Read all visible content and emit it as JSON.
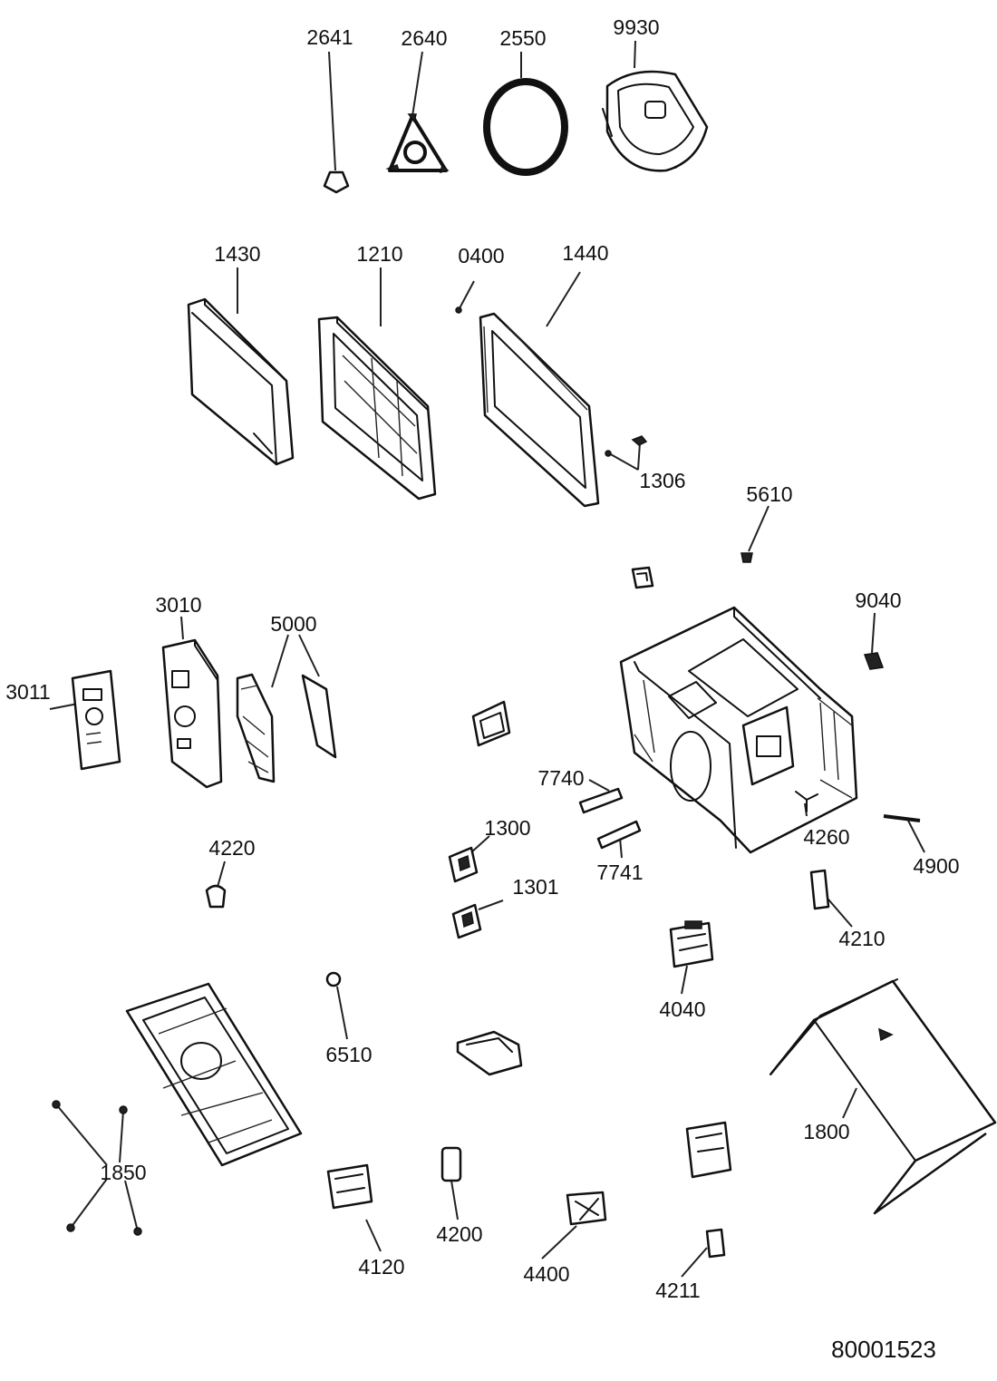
{
  "diagram": {
    "document_number": "80001523",
    "part_labels": {
      "p2641": "2641",
      "p2640": "2640",
      "p2550": "2550",
      "p9930": "9930",
      "p1430": "1430",
      "p1210": "1210",
      "p0400": "0400",
      "p1440": "1440",
      "p1306": "1306",
      "p5610": "5610",
      "p3010": "3010",
      "p5000": "5000",
      "p9040": "9040",
      "p3011": "3011",
      "p7740": "7740",
      "p1300": "1300",
      "p4260": "4260",
      "p4900": "4900",
      "p7741": "7741",
      "p4220": "4220",
      "p1301": "1301",
      "p4210": "4210",
      "p4040": "4040",
      "p6510": "6510",
      "p1800": "1800",
      "p1850": "1850",
      "p4200": "4200",
      "p4120": "4120",
      "p4400": "4400",
      "p4211": "4211"
    }
  }
}
